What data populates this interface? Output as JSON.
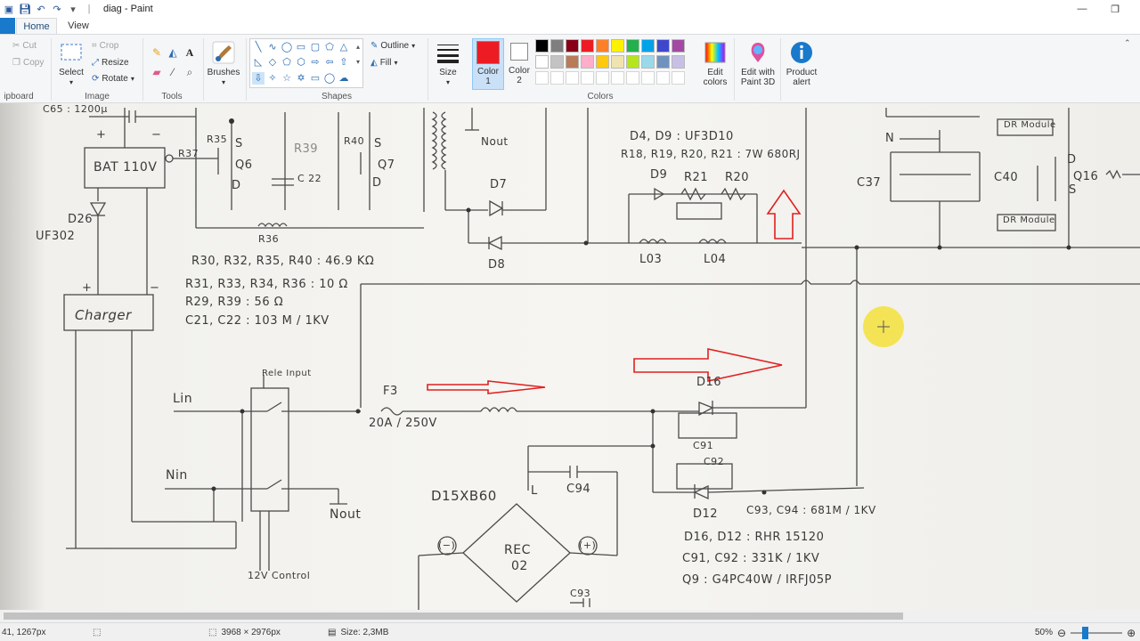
{
  "window": {
    "title": "diag - Paint",
    "minimize_label": "—",
    "restore_label": "❐"
  },
  "tabs": {
    "home": "Home",
    "view": "View"
  },
  "ribbon": {
    "clipboard": {
      "label": "ipboard",
      "cut": "Cut",
      "copy": "Copy"
    },
    "image": {
      "label": "Image",
      "select": "Select",
      "crop": "Crop",
      "resize": "Resize",
      "rotate": "Rotate"
    },
    "tools": {
      "label": "Tools"
    },
    "brushes": {
      "label": "Brushes"
    },
    "shapes": {
      "label": "Shapes",
      "outline": "Outline",
      "fill": "Fill"
    },
    "size": {
      "label": "Size"
    },
    "color1": {
      "label": "Color",
      "sub": "1",
      "value": "#ed1c24"
    },
    "color2": {
      "label": "Color",
      "sub": "2",
      "value": "#ffffff"
    },
    "colors": {
      "label": "Colors",
      "row1": [
        "#000000",
        "#7f7f7f",
        "#880015",
        "#ed1c24",
        "#ff7f27",
        "#fff200",
        "#22b14c",
        "#00a2e8",
        "#3f48cc",
        "#a349a4"
      ],
      "row2": [
        "#ffffff",
        "#c3c3c3",
        "#b97a57",
        "#ffaec9",
        "#ffc90e",
        "#efe4b0",
        "#b5e61d",
        "#99d9ea",
        "#7092be",
        "#c8bfe7"
      ]
    },
    "edit_colors": {
      "line1": "Edit",
      "line2": "colors"
    },
    "paint3d": {
      "line1": "Edit with",
      "line2": "Paint 3D"
    },
    "product_alert": {
      "line1": "Product",
      "line2": "alert"
    }
  },
  "sketch": {
    "c65": "C65 : 1200µ",
    "bat": "BAT 110V",
    "d26": "D26",
    "uf302": "UF302",
    "charger": "Charger",
    "plus1": "+",
    "minus1": "−",
    "plus2": "+",
    "minus2": "−",
    "r35": "R35",
    "r37": "R37",
    "q6": "Q6",
    "s1": "S",
    "d1": "D",
    "r39": "R39",
    "c22": "C 22",
    "r40": "R40",
    "q7": "Q7",
    "s2": "S",
    "d2": "D",
    "r36": "R36",
    "nout_top": "Nout",
    "d7": "D7",
    "d8": "D8",
    "note1": "R30, R32, R35, R40 : 46.9 KΩ",
    "note2": "R31, R33, R34, R36 : 10 Ω",
    "note3": "R29, R39 : 56 Ω",
    "note4": "C21, C22 : 103 M / 1KV",
    "d4d9": "D4, D9 : UF3D10",
    "r18": "R18, R19, R20, R21 : 7W 680RJ",
    "d9": "D9",
    "r21": "R21",
    "r20": "R20",
    "l03": "L03",
    "l04": "L04",
    "c37": "C37",
    "c40": "C40",
    "n_top": "N",
    "dr1": "DR Module",
    "dr2": "DR Module",
    "q16": "Q16",
    "d_r": "D",
    "s_r": "S",
    "rele": "Rele Input",
    "lin": "Lin",
    "nin": "Nin",
    "f3": "F3",
    "fuse": "20A / 250V",
    "d16": "D16",
    "c91": "C91",
    "c92": "C92",
    "d12": "D12",
    "d15": "D15XB60",
    "l_lbl": "L",
    "c94": "C94",
    "rec": "REC",
    "rec2": "02",
    "neg": "(−)",
    "pos": "(+)",
    "nout_bot": "Nout",
    "ctrl": "12V Control",
    "c93": "C93",
    "c93c94": "C93, C94 : 681M / 1KV",
    "d16d12": "D16, D12 : RHR 15120",
    "c91c92": "C91, C92 : 331K / 1KV",
    "q9": "Q9 : G4PC40W / IRFJ05P"
  },
  "status": {
    "cursor": "41, 1267px",
    "dimensions": "3968 × 2976px",
    "size": "Size: 2,3MB",
    "zoom": "50%"
  }
}
